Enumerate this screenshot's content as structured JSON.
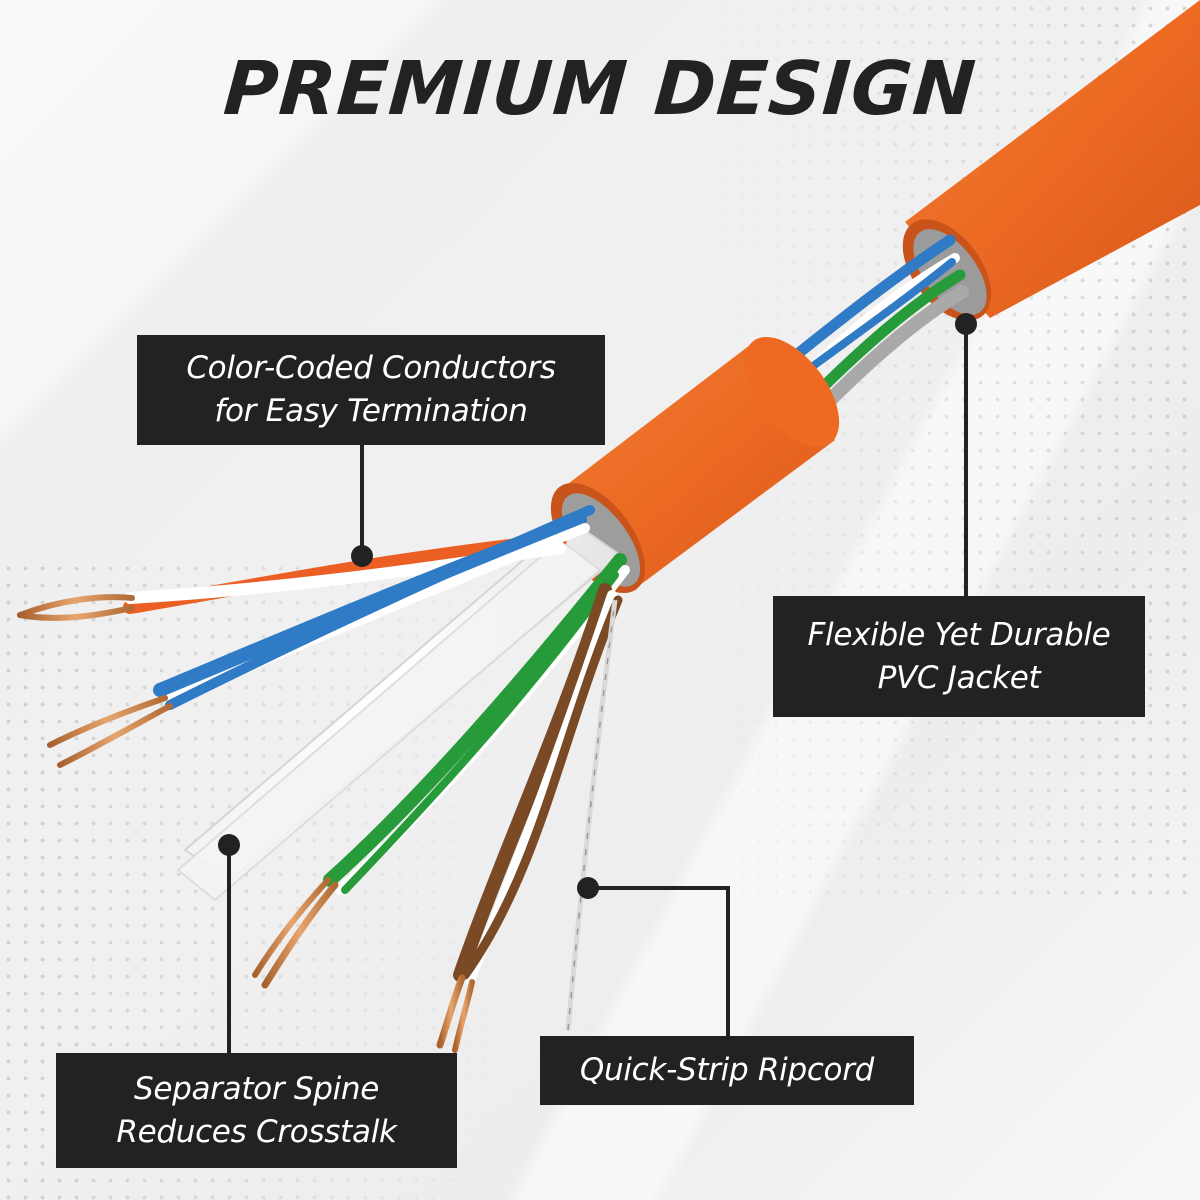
{
  "title": "PREMIUM DESIGN",
  "colors": {
    "background": "#f1f1f1",
    "title_text": "#222222",
    "callout_box": "#222222",
    "callout_text": "#ffffff",
    "jacket_orange": "#ee6a1f",
    "wire_blue": "#2f7bc6",
    "wire_green": "#279a3a",
    "wire_brown": "#7a4a26",
    "wire_orange": "#ec5f24",
    "copper": "#c7834c"
  },
  "callouts": [
    {
      "id": "color-coded-conductors",
      "lines": [
        "Color-Coded Conductors",
        "for Easy Termination"
      ]
    },
    {
      "id": "pvc-jacket",
      "lines": [
        "Flexible Yet Durable",
        "PVC Jacket"
      ]
    },
    {
      "id": "separator-spine",
      "lines": [
        "Separator Spine",
        "Reduces Crosstalk"
      ]
    },
    {
      "id": "ripcord",
      "lines": [
        "Quick-Strip Ripcord"
      ]
    }
  ],
  "product_image": {
    "subject": "Ethernet cable cutaway with orange PVC jacket",
    "wire_pairs": [
      "orange/white",
      "blue/white",
      "green/white",
      "brown/white"
    ],
    "components": [
      "PVC jacket",
      "separator spine",
      "ripcord",
      "copper conductors"
    ]
  }
}
